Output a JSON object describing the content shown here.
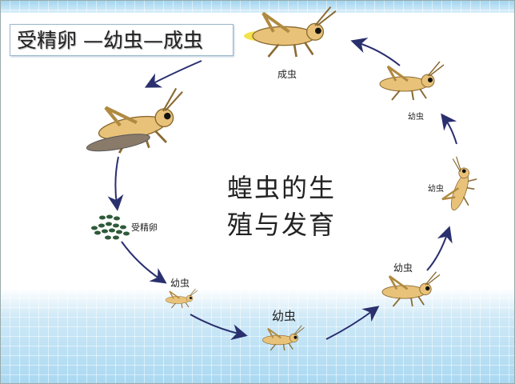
{
  "title": "受精卵 —幼虫—成虫",
  "center_title": [
    "蝗虫的生",
    "殖与发育"
  ],
  "stages": [
    {
      "label": "成虫"
    },
    {
      "label": "幼虫"
    },
    {
      "label": "幼虫"
    },
    {
      "label": "幼虫"
    },
    {
      "label": "幼虫"
    },
    {
      "label": "幼虫"
    },
    {
      "label": "受精卵"
    }
  ],
  "colors": {
    "arrow": "#2a2f6e",
    "insect": "#e9c27a",
    "insect_yellow": "#f3e24a",
    "band": "#a9d8f1"
  }
}
